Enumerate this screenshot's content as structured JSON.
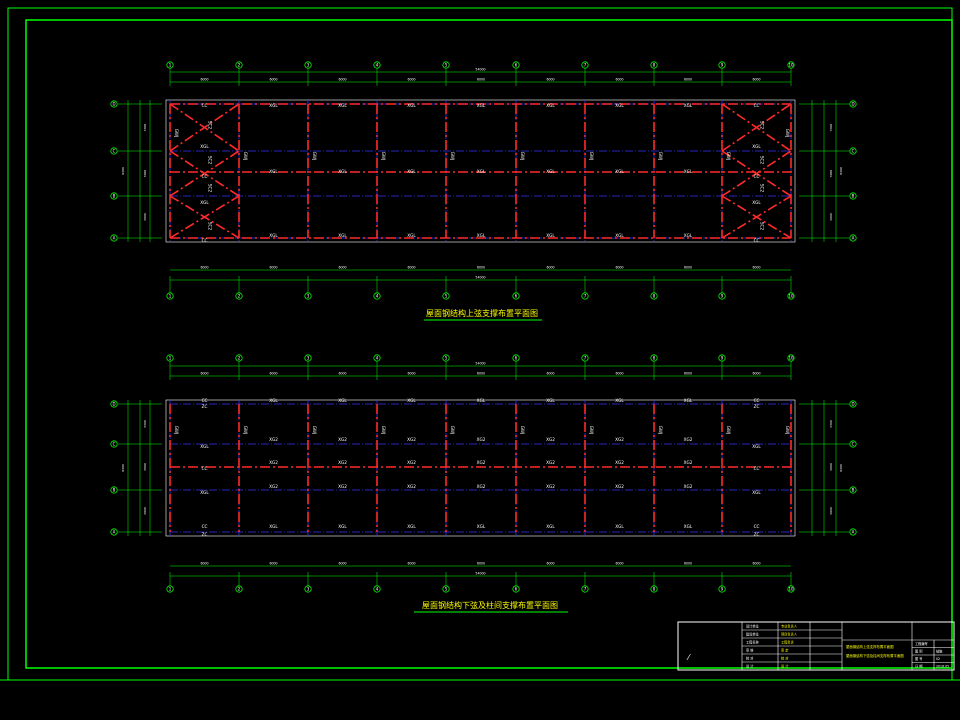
{
  "colors": {
    "background": "#000000",
    "frame": "#00ff00",
    "axis_line": "#3333ff",
    "truss_line": "#ff2a2a",
    "grid_bubble": "#00ff00",
    "dimension": "#00ff00",
    "label": "#ffffff",
    "member_label_red": "#ff4040",
    "title": "#ffff00",
    "title_underline": "#00ff00"
  },
  "plan_top": {
    "title": "屋面钢结构上弦支撑布置平面图",
    "column_axes": [
      "1",
      "2",
      "3",
      "4",
      "5",
      "6",
      "7",
      "8",
      "9",
      "10"
    ],
    "row_axes": [
      "D",
      "C",
      "B",
      "A"
    ],
    "top_segment_dims": [
      "6000",
      "6000",
      "6000",
      "6000",
      "6000",
      "6000",
      "6000",
      "6000",
      "6000"
    ],
    "bottom_segment_dims": [
      "6000",
      "6000",
      "6000",
      "6000",
      "6000",
      "6000",
      "6000",
      "6000",
      "6000"
    ],
    "total_dim": "54000",
    "side_dims_left": [
      "3300",
      "3000",
      "3000"
    ],
    "side_total": "9300",
    "member_labels": {
      "ridge_tie": "XGL",
      "corner_tie": "CC",
      "brace": "SC2",
      "truss": "GWJ"
    }
  },
  "plan_bottom": {
    "title": "屋面钢结构下弦及柱间支撑布置平面图",
    "column_axes": [
      "1",
      "2",
      "3",
      "4",
      "5",
      "6",
      "7",
      "8",
      "9",
      "10"
    ],
    "row_axes": [
      "D",
      "C",
      "B",
      "A"
    ],
    "top_segment_dims": [
      "6000",
      "6000",
      "6000",
      "6000",
      "6000",
      "6000",
      "6000",
      "6000",
      "6000"
    ],
    "bottom_segment_dims": [
      "6000",
      "6000",
      "6000",
      "6000",
      "6000",
      "6000",
      "6000",
      "6000",
      "6000"
    ],
    "total_dim": "54000",
    "side_dims_left": [
      "3300",
      "3000",
      "3000"
    ],
    "side_total": "9300",
    "member_labels": {
      "tie": "XGL",
      "tie2": "XG2",
      "corner_tie": "CC",
      "column_brace": "ZC",
      "truss": "GWJ"
    }
  },
  "title_block": {
    "rows_left": [
      "设计单位",
      "建设单位",
      "工程名称",
      "审 核",
      "校 对",
      "设 计"
    ],
    "rows_mid": [
      "专业负责人",
      "项目负责人",
      "工程负责",
      "审 定",
      "校 对",
      "设 计"
    ],
    "project_title": "屋面钢结构上弦支撑布置平面图",
    "project_subtitle": "屋面钢结构下弦及柱间支撑布置平面图",
    "right_cells": [
      "工程编号",
      "图 别",
      "图 号",
      "日 期"
    ],
    "right_values": [
      "结施",
      "02",
      "2016.05"
    ]
  }
}
